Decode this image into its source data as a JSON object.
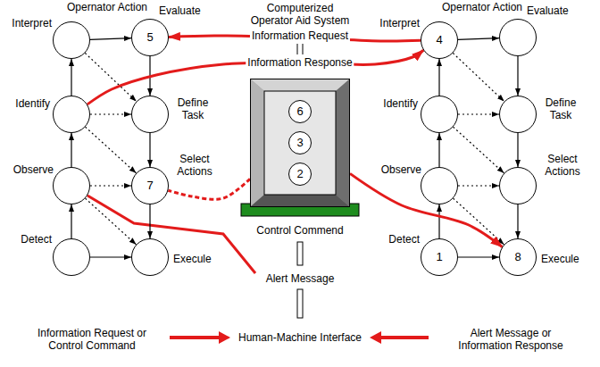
{
  "diagram": {
    "nodes": [
      {
        "text": [
          "Interpret"
        ]
      },
      {
        "text": [
          "Evaluate",
          "5"
        ]
      },
      {
        "text": [
          "Identify"
        ]
      },
      {
        "text": [
          "Define Task"
        ]
      },
      {
        "text": [
          "Observe"
        ]
      },
      {
        "text": [
          "Select Actions",
          "7"
        ]
      },
      {
        "text": [
          "Detect"
        ]
      },
      {
        "text": [
          "Execule"
        ]
      },
      {
        "text": [
          "Computerized Operator Aid System"
        ]
      },
      {
        "text": [
          "6"
        ],
        "in": 8
      },
      {
        "text": [
          "3"
        ],
        "in": 8
      },
      {
        "text": [
          "2"
        ],
        "in": 8
      },
      {
        "text": [
          "Interpret",
          "4"
        ]
      },
      {
        "text": [
          "Evaluate"
        ]
      },
      {
        "text": [
          "Identify"
        ]
      },
      {
        "text": [
          "Define Task"
        ]
      },
      {
        "text": [
          "Observe"
        ]
      },
      {
        "text": [
          "Select Actions"
        ]
      },
      {
        "text": [
          "Detect",
          "1"
        ]
      },
      {
        "text": [
          "Execule",
          "8"
        ]
      }
    ],
    "edges": [
      {
        "from": 6,
        "to": 4,
        "arrow": "to"
      },
      {
        "from": 4,
        "to": 2,
        "arrow": "to"
      },
      {
        "from": 2,
        "to": 0,
        "arrow": "to"
      },
      {
        "from": 0,
        "to": 1,
        "arrow": "to"
      },
      {
        "from": 1,
        "to": 3,
        "arrow": "to"
      },
      {
        "from": 3,
        "to": 5,
        "arrow": "to"
      },
      {
        "from": 5,
        "to": 7,
        "arrow": "to"
      },
      {
        "from": 6,
        "to": 7,
        "arrow": "to"
      },
      {
        "from": 0,
        "to": 3,
        "arrow": "to"
      },
      {
        "from": 2,
        "to": 3,
        "arrow": "to"
      },
      {
        "from": 2,
        "to": 5,
        "arrow": "to"
      },
      {
        "from": 4,
        "to": 5,
        "arrow": "to"
      },
      {
        "from": 4,
        "to": 7,
        "arrow": "to"
      },
      {
        "from": 18,
        "to": 16,
        "arrow": "to"
      },
      {
        "from": 16,
        "to": 14,
        "arrow": "to"
      },
      {
        "from": 14,
        "to": 12,
        "arrow": "to"
      },
      {
        "from": 12,
        "to": 13,
        "arrow": "to"
      },
      {
        "from": 13,
        "to": 15,
        "arrow": "to"
      },
      {
        "from": 15,
        "to": 17,
        "arrow": "to"
      },
      {
        "from": 17,
        "to": 19,
        "arrow": "to"
      },
      {
        "from": 18,
        "to": 19,
        "arrow": "to"
      },
      {
        "from": 12,
        "to": 15,
        "arrow": "to"
      },
      {
        "from": 14,
        "to": 15,
        "arrow": "to"
      },
      {
        "from": 14,
        "to": 17,
        "arrow": "to"
      },
      {
        "from": 16,
        "to": 17,
        "arrow": "to"
      },
      {
        "from": 16,
        "to": 19,
        "arrow": "to"
      },
      {
        "from": 12,
        "to": 1,
        "label": "Information Request",
        "arrow": "to"
      },
      {
        "from": 2,
        "to": 12,
        "label": "Information Response",
        "arrow": "to"
      },
      {
        "from": 8,
        "to": 5,
        "arrow": "none"
      },
      {
        "from": 8,
        "to": 19,
        "arrow": "to"
      }
    ],
    "labels": [
      "Opernator Action",
      "Opernator Action",
      "Control Commend",
      "Alert Message",
      "Human-Machine Interface",
      "Information Request or Control Command",
      "Alert Message or Information Response"
    ]
  }
}
